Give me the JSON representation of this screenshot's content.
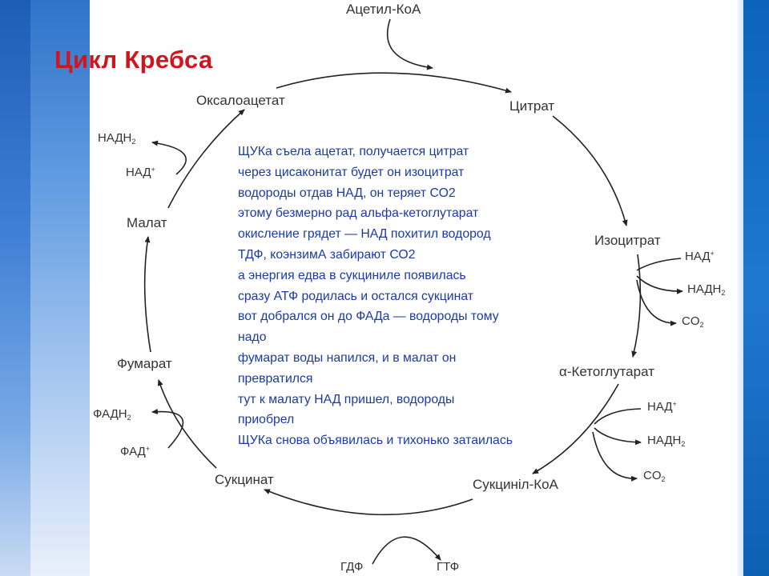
{
  "title": "Цикл Кребса",
  "nodes": {
    "acetyl_coa": "Ацетил-КоА",
    "citrate": "Цитрат",
    "isocitrate": "Изоцитрат",
    "alpha_ketoglutarate": "α-Кетоглутарат",
    "succinyl_coa": "Сукциніл-КоА",
    "succinate": "Сукцинат",
    "fumarate": "Фумарат",
    "malate": "Малат",
    "oxaloacetate": "Оксалоацетат"
  },
  "side": {
    "nad_base": "НАД",
    "nadh_base": "НАДН",
    "co2_base": "CO",
    "fad_base": "ФАД",
    "fadh_base": "ФАДН",
    "gdp": "ГДФ",
    "gtp": "ГТФ",
    "sub2": "2",
    "sup_plus": "+"
  },
  "poem": [
    "ЩУКа съела ацетат, получается цитрат",
    "через цисаконитат будет он изоцитрат",
    "водороды отдав НАД, он теряет СО2",
    "этому безмерно рад альфа-кетоглутарат",
    "окисление грядет — НАД похитил водород",
    "ТДФ, коэнзимА забирают СО2",
    "а энергия едва в сукциниле появилась",
    "сразу АТФ родилась и остался сукцинат",
    "вот добрался он до ФАДа — водороды тому",
    "надо",
    "фумарат воды напился, и в малат он",
    "превратился",
    "тут к малату НАД пришел, водороды",
    "приобрел",
    "ЩУКа снова объявилась и тихонько затаилась"
  ],
  "colors": {
    "title": "#d0161c",
    "poem": "#1a3aa8",
    "strip_left": "#2f72c8",
    "strip_right": "#0b63ba"
  }
}
